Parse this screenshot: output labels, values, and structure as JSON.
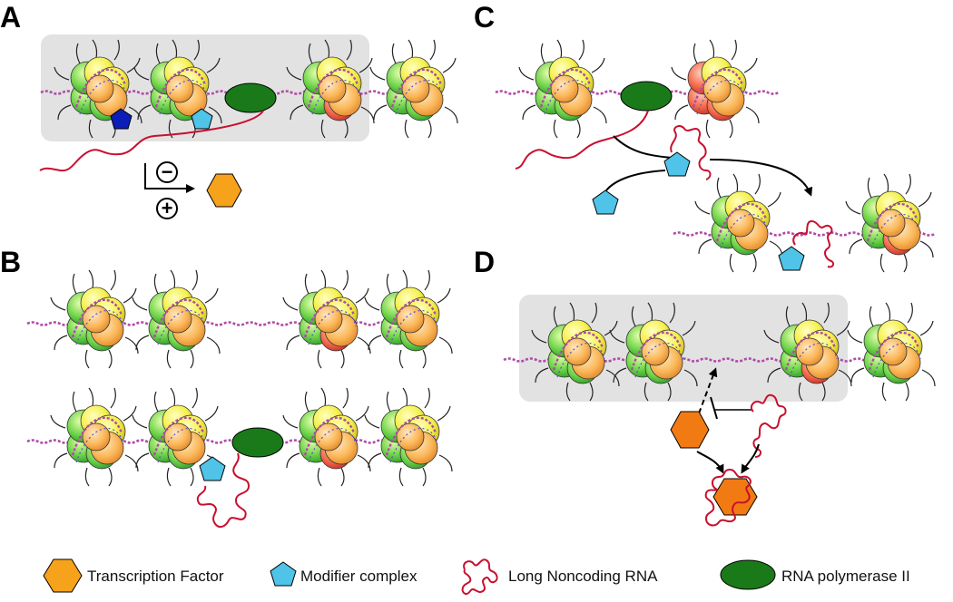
{
  "panels": [
    {
      "id": "A",
      "label": "A"
    },
    {
      "id": "B",
      "label": "B"
    },
    {
      "id": "C",
      "label": "C"
    },
    {
      "id": "D",
      "label": "D"
    }
  ],
  "regulation_signs": {
    "minus": "−",
    "plus": "+"
  },
  "legend": [
    {
      "key": "transcription-factor",
      "label": "Transcription Factor",
      "icon": "orange-hexagon",
      "color": "#f7a21b"
    },
    {
      "key": "modifier-complex",
      "label": "Modifier complex",
      "icon": "cyan-pentagon",
      "color": "#4fc3e8"
    },
    {
      "key": "lncrna",
      "label": "Long Noncoding RNA",
      "icon": "red-squiggle",
      "color": "#c8102e"
    },
    {
      "key": "rna-pol-ii",
      "label": "RNA polymerase II",
      "icon": "green-ellipse",
      "color": "#1a7a1a"
    }
  ],
  "colors": {
    "repressed_region": "#e2e2e2",
    "pol2": "#1a7a1a",
    "modifier": "#4fc3e8",
    "modifier_dark": "#0b1fb8",
    "tf": "#f7a21b",
    "tf_dark": "#f27a12",
    "lncrna": "#c8102e"
  }
}
